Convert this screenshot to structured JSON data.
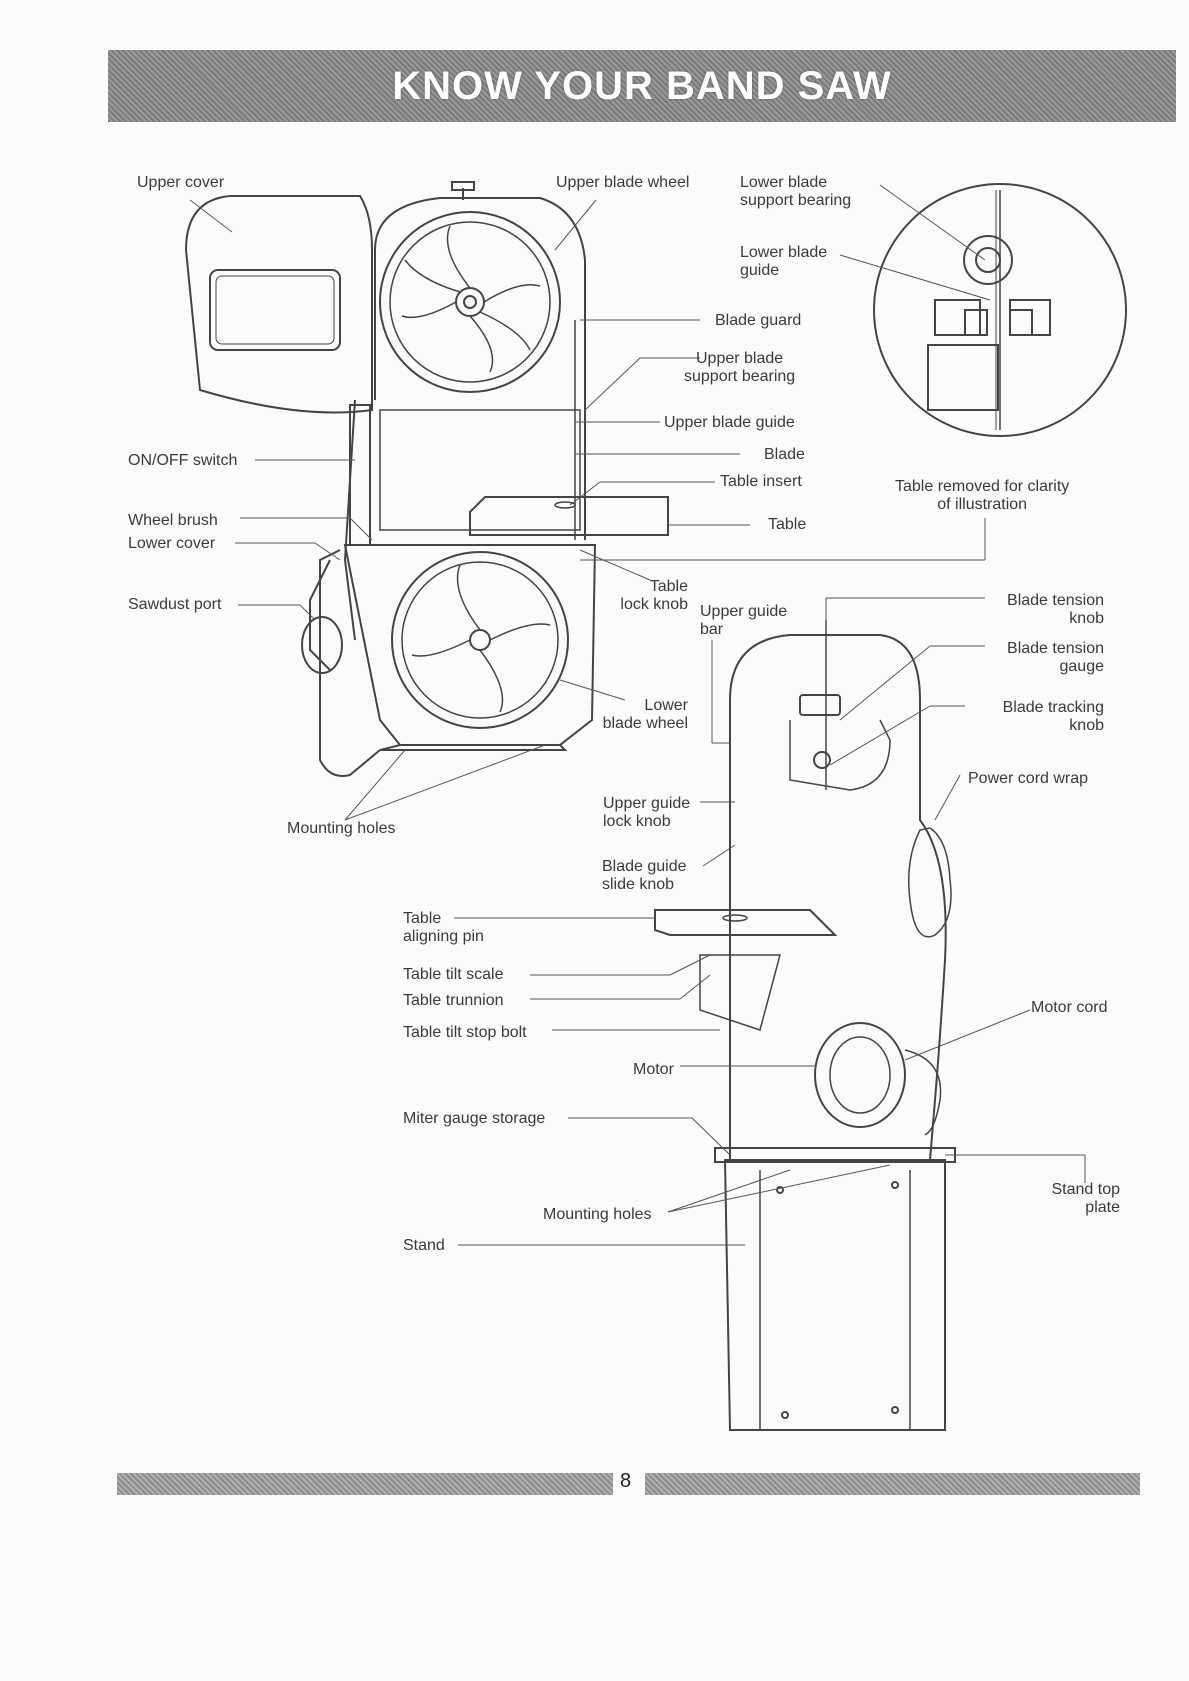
{
  "header": {
    "title": "KNOW YOUR BAND SAW"
  },
  "labels": {
    "upper_cover": "Upper cover",
    "upper_blade_wheel": "Upper blade wheel",
    "lower_blade_support_bearing_1": "Lower blade",
    "lower_blade_support_bearing_2": "support bearing",
    "lower_blade_guide_1": "Lower blade",
    "lower_blade_guide_2": "guide",
    "blade_guard": "Blade guard",
    "upper_blade_support_bearing_1": "Upper blade",
    "upper_blade_support_bearing_2": "support bearing",
    "upper_blade_guide": "Upper blade guide",
    "blade": "Blade",
    "table_insert": "Table insert",
    "table": "Table",
    "table_removed_1": "Table removed for clarity",
    "table_removed_2": "of illustration",
    "on_off_switch": "ON/OFF switch",
    "wheel_brush": "Wheel brush",
    "lower_cover": "Lower cover",
    "sawdust_port": "Sawdust port",
    "table_lock_knob_1": "Table",
    "table_lock_knob_2": "lock knob",
    "upper_guide_bar_1": "Upper guide",
    "upper_guide_bar_2": "bar",
    "blade_tension_knob_1": "Blade tension",
    "blade_tension_knob_2": "knob",
    "blade_tension_gauge_1": "Blade tension",
    "blade_tension_gauge_2": "gauge",
    "lower_blade_wheel_1": "Lower",
    "lower_blade_wheel_2": "blade wheel",
    "blade_tracking_knob_1": "Blade tracking",
    "blade_tracking_knob_2": "knob",
    "power_cord_wrap": "Power cord wrap",
    "mounting_holes_top": "Mounting holes",
    "upper_guide_lock_knob_1": "Upper guide",
    "upper_guide_lock_knob_2": "lock knob",
    "blade_guide_slide_knob_1": "Blade guide",
    "blade_guide_slide_knob_2": "slide knob",
    "table_aligning_pin_1": "Table",
    "table_aligning_pin_2": "aligning pin",
    "table_tilt_scale": "Table tilt scale",
    "table_trunnion": "Table trunnion",
    "table_tilt_stop_bolt": "Table tilt stop bolt",
    "motor_cord": "Motor cord",
    "motor": "Motor",
    "miter_gauge_storage": "Miter gauge storage",
    "stand_top_plate_1": "Stand top",
    "stand_top_plate_2": "plate",
    "mounting_holes_bottom": "Mounting holes",
    "stand": "Stand"
  },
  "footer": {
    "page_number": "8"
  }
}
